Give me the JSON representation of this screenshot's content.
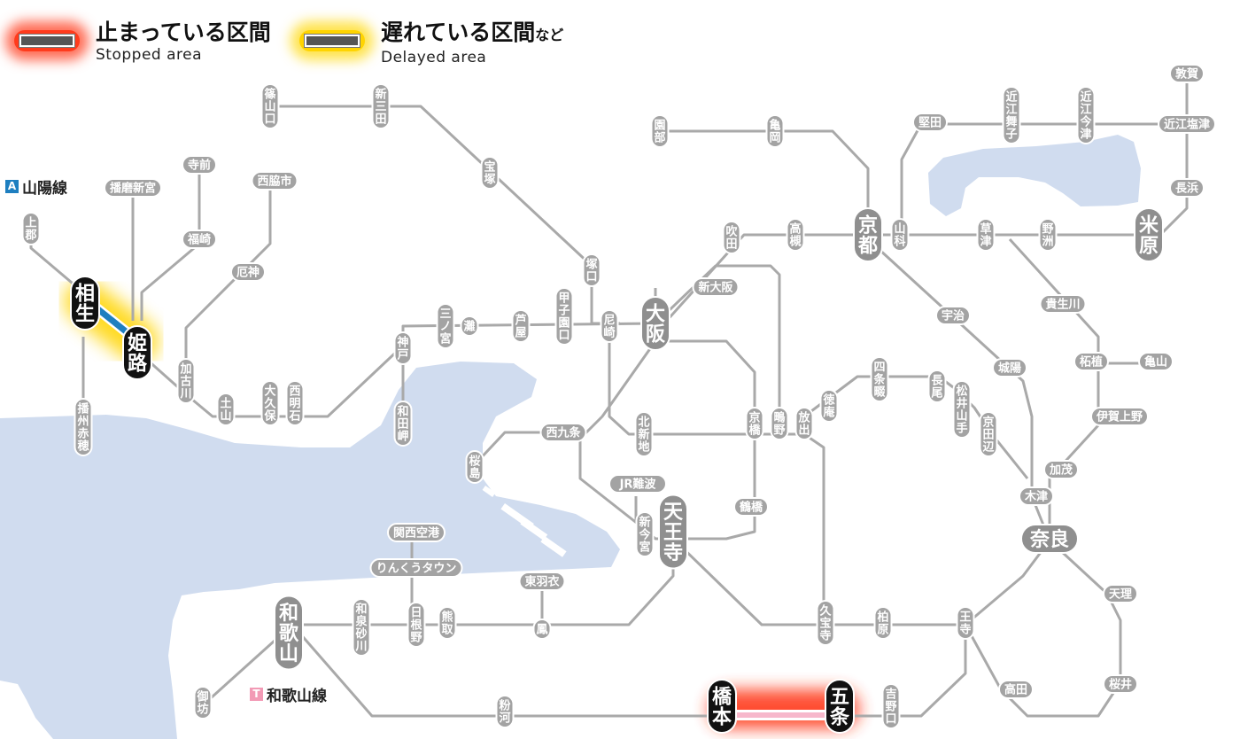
{
  "legend": {
    "stopped_jp": "止まっている区間",
    "stopped_en": "Stopped area",
    "delayed_jp": "遅れている区間",
    "delayed_suffix": "など",
    "delayed_en": "Delayed area"
  },
  "lines": {
    "sanyo": {
      "symbol": "A",
      "name": "山陽線",
      "color": "#1e7fc0"
    },
    "wakayama": {
      "symbol": "T",
      "name": "和歌山線",
      "color": "#f29ab5"
    }
  },
  "stations": [
    {
      "id": "sasayamaguchi",
      "name": "篠山口",
      "vertical": true
    },
    {
      "id": "shinsanda",
      "name": "新三田",
      "vertical": true
    },
    {
      "id": "takarazuka",
      "name": "宝塚",
      "vertical": true
    },
    {
      "id": "sonobe",
      "name": "園部",
      "vertical": true
    },
    {
      "id": "kameoka",
      "name": "亀岡",
      "vertical": true
    },
    {
      "id": "katata",
      "name": "堅田",
      "vertical": false
    },
    {
      "id": "omimaiko",
      "name": "近江舞子",
      "vertical": true
    },
    {
      "id": "omiimazu",
      "name": "近江今津",
      "vertical": true
    },
    {
      "id": "tsuruga",
      "name": "敦賀",
      "vertical": false
    },
    {
      "id": "omishiotsu",
      "name": "近江塩津",
      "vertical": false
    },
    {
      "id": "nagahama",
      "name": "長浜",
      "vertical": false
    },
    {
      "id": "maibara",
      "name": "米原",
      "vertical": true,
      "major": true
    },
    {
      "id": "yasu",
      "name": "野洲",
      "vertical": true
    },
    {
      "id": "kusatsu",
      "name": "草津",
      "vertical": true
    },
    {
      "id": "yamashina",
      "name": "山科",
      "vertical": true
    },
    {
      "id": "kyoto",
      "name": "京都",
      "vertical": true,
      "major": true
    },
    {
      "id": "takatsuki",
      "name": "高槻",
      "vertical": true
    },
    {
      "id": "suita",
      "name": "吹田",
      "vertical": true
    },
    {
      "id": "shinosaka",
      "name": "新大阪",
      "vertical": false
    },
    {
      "id": "osaka",
      "name": "大阪",
      "vertical": true,
      "major": true
    },
    {
      "id": "tsukaguchi",
      "name": "塚口",
      "vertical": true
    },
    {
      "id": "amagasaki",
      "name": "尼崎",
      "vertical": true
    },
    {
      "id": "koshienguchi",
      "name": "甲子園口",
      "vertical": true
    },
    {
      "id": "ashiya",
      "name": "芦屋",
      "vertical": true
    },
    {
      "id": "nada",
      "name": "灘",
      "vertical": true
    },
    {
      "id": "sannomiya",
      "name": "三ノ宮",
      "vertical": true
    },
    {
      "id": "kobe",
      "name": "神戸",
      "vertical": true
    },
    {
      "id": "wadamisaki",
      "name": "和田岬",
      "vertical": true
    },
    {
      "id": "nishiakashi",
      "name": "西明石",
      "vertical": true
    },
    {
      "id": "okubo",
      "name": "大久保",
      "vertical": true
    },
    {
      "id": "dosan",
      "name": "土山",
      "vertical": true
    },
    {
      "id": "kakogawa",
      "name": "加古川",
      "vertical": true
    },
    {
      "id": "yakujin",
      "name": "厄神",
      "vertical": false
    },
    {
      "id": "nishiwakishi",
      "name": "西脇市",
      "vertical": false
    },
    {
      "id": "teramae",
      "name": "寺前",
      "vertical": false
    },
    {
      "id": "fukusaki",
      "name": "福崎",
      "vertical": false
    },
    {
      "id": "harimashingu",
      "name": "播磨新宮",
      "vertical": false
    },
    {
      "id": "kamigori",
      "name": "上郡",
      "vertical": true
    },
    {
      "id": "aioi",
      "name": "相生",
      "vertical": true,
      "major": true,
      "black": true
    },
    {
      "id": "himeji",
      "name": "姫路",
      "vertical": true,
      "major": true,
      "black": true
    },
    {
      "id": "banshuako",
      "name": "播州赤穂",
      "vertical": true
    },
    {
      "id": "nishikujo",
      "name": "西九条",
      "vertical": false
    },
    {
      "id": "sakurajima",
      "name": "桜島",
      "vertical": true
    },
    {
      "id": "kitashinchi",
      "name": "北新地",
      "vertical": true
    },
    {
      "id": "kyobashi",
      "name": "京橋",
      "vertical": true
    },
    {
      "id": "shigino",
      "name": "鴫野",
      "vertical": true
    },
    {
      "id": "hanaten",
      "name": "放出",
      "vertical": true
    },
    {
      "id": "tokuan",
      "name": "徳庵",
      "vertical": true
    },
    {
      "id": "shijonawate",
      "name": "四条畷",
      "vertical": true
    },
    {
      "id": "nagao",
      "name": "長尾",
      "vertical": true
    },
    {
      "id": "matsuiyamate",
      "name": "松井山手",
      "vertical": true
    },
    {
      "id": "kyotanabe",
      "name": "京田辺",
      "vertical": true
    },
    {
      "id": "uji",
      "name": "宇治",
      "vertical": false
    },
    {
      "id": "joyo",
      "name": "城陽",
      "vertical": false
    },
    {
      "id": "kizu",
      "name": "木津",
      "vertical": false
    },
    {
      "id": "kamo",
      "name": "加茂",
      "vertical": false
    },
    {
      "id": "tsuge",
      "name": "柘植",
      "vertical": false
    },
    {
      "id": "kameyama",
      "name": "亀山",
      "vertical": false
    },
    {
      "id": "kibukawa",
      "name": "貴生川",
      "vertical": false
    },
    {
      "id": "igaueno",
      "name": "伊賀上野",
      "vertical": false
    },
    {
      "id": "nara",
      "name": "奈良",
      "vertical": false,
      "major": true
    },
    {
      "id": "tenri",
      "name": "天理",
      "vertical": false
    },
    {
      "id": "sakurai",
      "name": "桜井",
      "vertical": false
    },
    {
      "id": "takada",
      "name": "高田",
      "vertical": false
    },
    {
      "id": "oji",
      "name": "王寺",
      "vertical": true
    },
    {
      "id": "kashiwara",
      "name": "柏原",
      "vertical": true
    },
    {
      "id": "kyuhoji",
      "name": "久宝寺",
      "vertical": true
    },
    {
      "id": "tsuruhashi",
      "name": "鶴橋",
      "vertical": false
    },
    {
      "id": "tennoji",
      "name": "天王寺",
      "vertical": true,
      "major": true
    },
    {
      "id": "shinimamiya",
      "name": "新今宮",
      "vertical": true
    },
    {
      "id": "jrnamba",
      "name": "JR難波",
      "vertical": false
    },
    {
      "id": "otori",
      "name": "鳳",
      "vertical": true
    },
    {
      "id": "higashihagoromo",
      "name": "東羽衣",
      "vertical": false
    },
    {
      "id": "kumatori",
      "name": "熊取",
      "vertical": true
    },
    {
      "id": "hineno",
      "name": "日根野",
      "vertical": true
    },
    {
      "id": "izumisunagawa",
      "name": "和泉砂川",
      "vertical": true
    },
    {
      "id": "wakayama",
      "name": "和歌山",
      "vertical": true,
      "major": true
    },
    {
      "id": "rinkutown",
      "name": "りんくうタウン",
      "vertical": false
    },
    {
      "id": "kansaiairport",
      "name": "関西空港",
      "vertical": false
    },
    {
      "id": "gobo",
      "name": "御坊",
      "vertical": true
    },
    {
      "id": "kokawa",
      "name": "粉河",
      "vertical": true
    },
    {
      "id": "hashimoto",
      "name": "橋本",
      "vertical": true,
      "major": true,
      "black": true
    },
    {
      "id": "gojo",
      "name": "五条",
      "vertical": true,
      "major": true,
      "black": true
    },
    {
      "id": "yoshinoguchi",
      "name": "吉野口",
      "vertical": true
    }
  ],
  "disruptions": [
    {
      "segment": "aioi-himeji",
      "status": "delayed"
    },
    {
      "segment": "hashimoto-gojo",
      "status": "stopped"
    }
  ],
  "colors": {
    "track": "#a9a9a9",
    "sea": "#d0dcef",
    "station_box": "#a3a3a3",
    "major_box": "#8f8f8f",
    "sanyo_line": "#1e7fc0",
    "wakayama_line": "#f7b8cb",
    "delayed_glow": "#ffd400",
    "stopped_glow": "#ff3b1c"
  }
}
